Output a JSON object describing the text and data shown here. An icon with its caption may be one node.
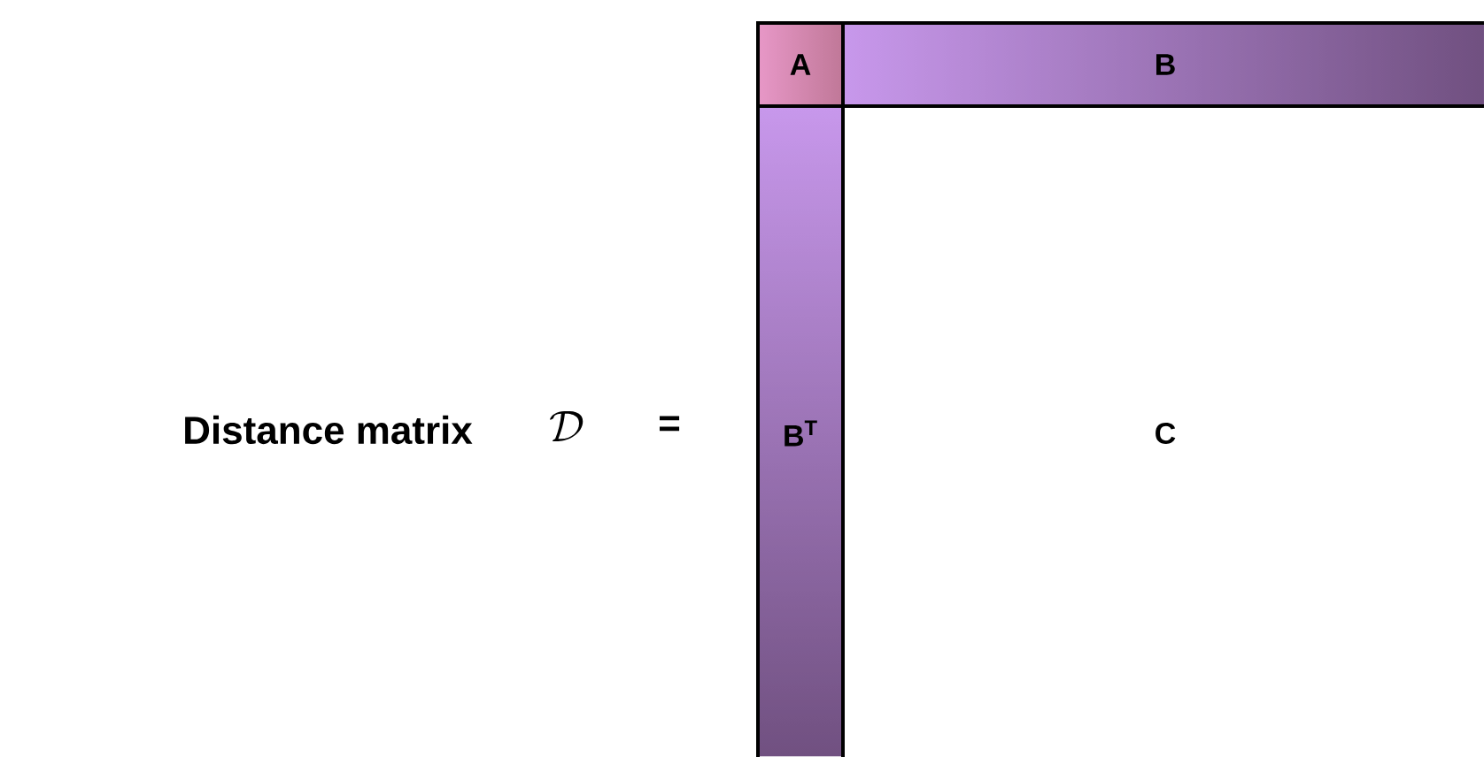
{
  "diagram": {
    "nodes": [
      {
        "text": [
          "A"
        ]
      },
      {
        "text": [
          "B"
        ]
      },
      {
        "text": [
          "B$^{T}$"
        ]
      },
      {
        "text": [
          "C"
        ]
      }
    ],
    "edges": [],
    "labels": [
      "Distance matrix",
      "\\mathcal{D}",
      "="
    ]
  }
}
